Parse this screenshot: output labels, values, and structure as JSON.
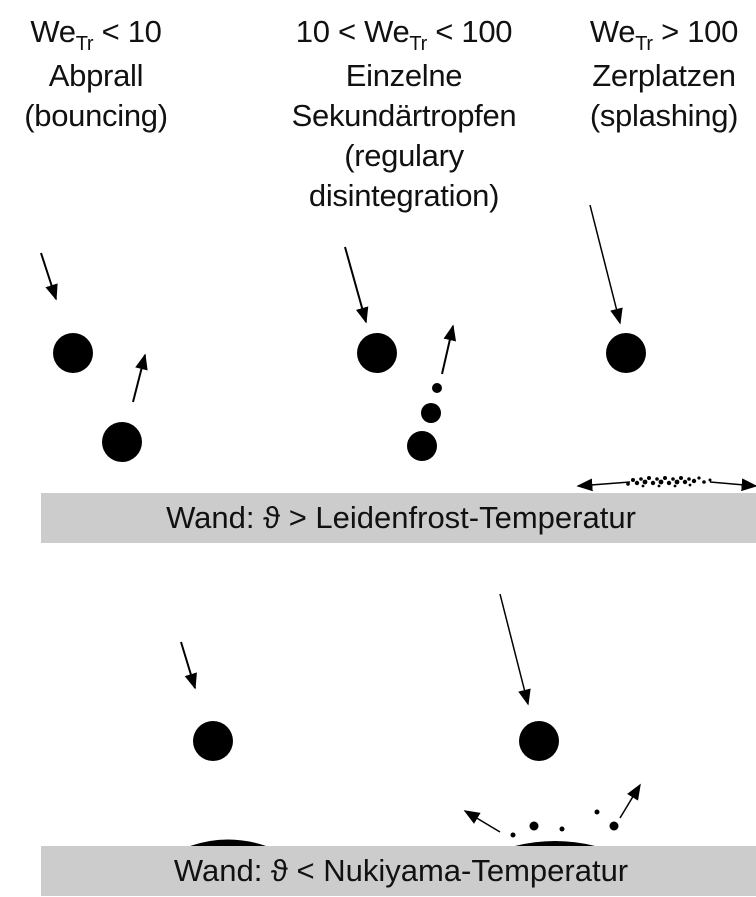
{
  "regimes": [
    {
      "base": "We",
      "sub": "Tr",
      "cond": "< 10",
      "label_de": "Abprall",
      "label_en": "(bouncing)"
    },
    {
      "prefix": "10 <",
      "base": "We",
      "sub": "Tr",
      "cond": "< 100",
      "label_de_1": "Einzelne",
      "label_de_2": "Sekundärtropfen",
      "label_en_1": "(regulary",
      "label_en_2": "disintegration)"
    },
    {
      "base": "We",
      "sub": "Tr",
      "cond": "> 100",
      "label_de": "Zerplatzen",
      "label_en": "(splashing)"
    }
  ],
  "walls": {
    "top": "Wand: ϑ > Leidenfrost-Temperatur",
    "bottom": "Wand: ϑ < Nukiyama-Temperatur"
  },
  "colors": {
    "wall": "#cccccc",
    "ink": "#000000"
  }
}
